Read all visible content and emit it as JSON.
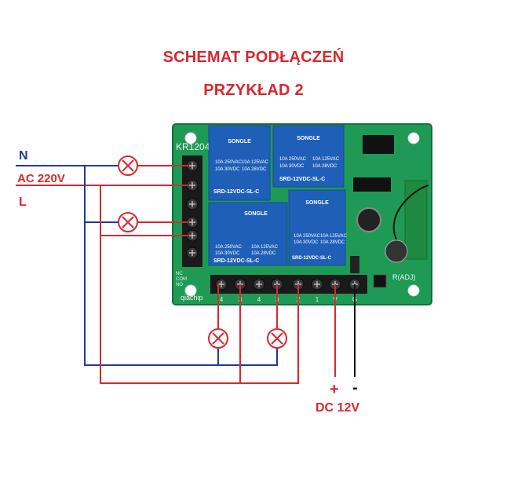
{
  "title_line1": "SCHEMAT PODŁĄCZEŃ",
  "title_line2": "PRZYKŁAD 2",
  "mains": {
    "neutral": "N",
    "voltage": "AC 220V",
    "live": "L"
  },
  "dc": {
    "plus": "+",
    "minus": "-",
    "voltage": "DC 12V"
  },
  "board": {
    "model": "KR1204",
    "brand": "qiachip",
    "adj_label": "R(ADJ)",
    "side_labels": [
      "NC",
      "COM",
      "NO"
    ],
    "pin_numbers": [
      "4",
      "3",
      "4",
      "3",
      "2",
      "1",
      "V",
      "G"
    ]
  },
  "relay": {
    "brand": "SONGLE",
    "model": "SRD-12VDC-SL-C",
    "rating_a": "10A 250VAC",
    "rating_b": "10A 125VAC",
    "rating_c": "10A 30VDC",
    "rating_d": "10A 28VDC"
  },
  "colors": {
    "wire_red": "#d7282f",
    "wire_blue": "#1f3a9e",
    "wire_black": "#111111",
    "pcb": "#1e9a55",
    "relay": "#1f5fb8",
    "title": "#d7282f"
  }
}
